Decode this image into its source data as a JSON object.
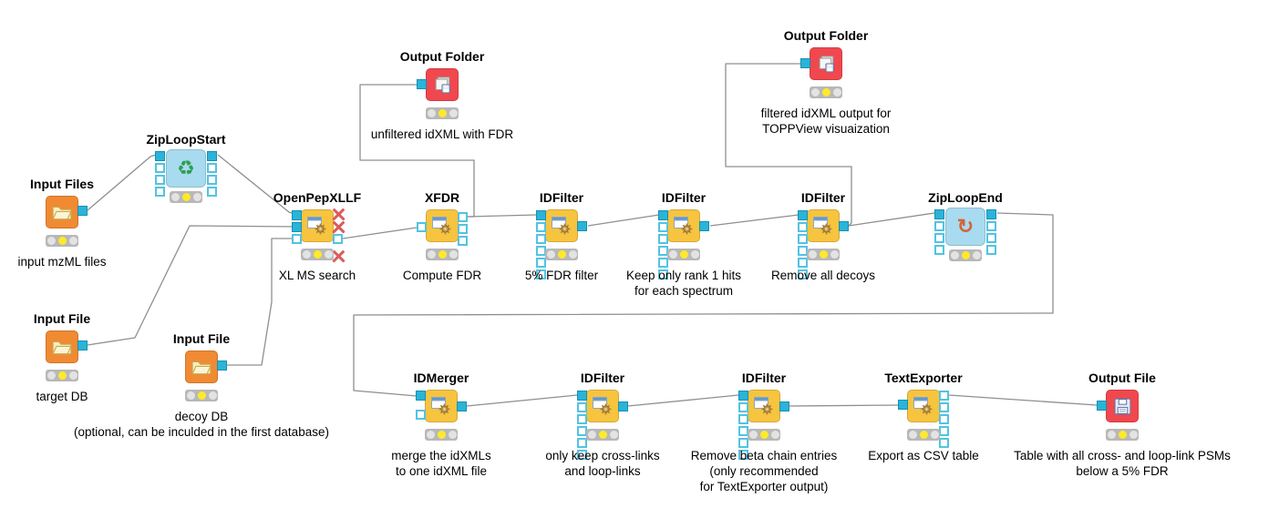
{
  "app": {
    "name": "KNIME workflow canvas"
  },
  "colors": {
    "tool_node": "#F6C43F",
    "input_node": "#F08A33",
    "output_node": "#F1474F",
    "loop_node": "#A8DBEF",
    "port_filled": "#2AB4D8",
    "port_border": "#53C3E2",
    "traffic_light_on": "#FFE92A",
    "wire": "#8F8F8F",
    "inactive_port_x": "#DB5B5B"
  },
  "workflow": {
    "nodes": [
      {
        "id": "input-files",
        "title": "Input Files",
        "annotation": "input mzML files",
        "type": "input",
        "status": "configured"
      },
      {
        "id": "ziploopstart",
        "title": "ZipLoopStart",
        "annotation": "",
        "type": "loop-start",
        "status": "configured"
      },
      {
        "id": "input-file-target",
        "title": "Input File",
        "annotation": "target DB",
        "type": "input",
        "status": "configured"
      },
      {
        "id": "input-file-decoy",
        "title": "Input File",
        "annotation": "decoy DB\n(optional, can be inculded in the first database)",
        "type": "input",
        "status": "configured"
      },
      {
        "id": "openpepxllf",
        "title": "OpenPepXLLF",
        "annotation": "XL MS search",
        "type": "tool",
        "status": "configured"
      },
      {
        "id": "output-folder-1",
        "title": "Output Folder",
        "annotation": "unfiltered idXML with FDR",
        "type": "output",
        "status": "configured"
      },
      {
        "id": "xfdr",
        "title": "XFDR",
        "annotation": "Compute FDR",
        "type": "tool",
        "status": "configured"
      },
      {
        "id": "idfilter-1",
        "title": "IDFilter",
        "annotation": "5% FDR filter",
        "type": "tool",
        "status": "configured"
      },
      {
        "id": "idfilter-2",
        "title": "IDFilter",
        "annotation": "Keep only rank 1 hits\nfor each spectrum",
        "type": "tool",
        "status": "configured"
      },
      {
        "id": "idfilter-3",
        "title": "IDFilter",
        "annotation": "Remove all decoys",
        "type": "tool",
        "status": "configured"
      },
      {
        "id": "output-folder-2",
        "title": "Output Folder",
        "annotation": "filtered idXML output for\nTOPPView visuaization",
        "type": "output",
        "status": "configured"
      },
      {
        "id": "ziploopend",
        "title": "ZipLoopEnd",
        "annotation": "",
        "type": "loop-end",
        "status": "configured"
      },
      {
        "id": "idmerger",
        "title": "IDMerger",
        "annotation": "merge the idXMLs\nto one idXML file",
        "type": "tool",
        "status": "configured"
      },
      {
        "id": "idfilter-4",
        "title": "IDFilter",
        "annotation": "only keep cross-links\nand loop-links",
        "type": "tool",
        "status": "configured"
      },
      {
        "id": "idfilter-5",
        "title": "IDFilter",
        "annotation": "Remove beta chain entries\n(only recommended\nfor TextExporter output)",
        "type": "tool",
        "status": "configured"
      },
      {
        "id": "textexporter",
        "title": "TextExporter",
        "annotation": "Export as CSV table",
        "type": "tool",
        "status": "configured"
      },
      {
        "id": "output-file",
        "title": "Output File",
        "annotation": "Table with all cross- and loop-link PSMs\nbelow a 5% FDR",
        "type": "output",
        "status": "configured"
      }
    ],
    "connections": [
      {
        "from": "input-files",
        "to": "ziploopstart"
      },
      {
        "from": "ziploopstart",
        "to": "openpepxllf"
      },
      {
        "from": "input-file-target",
        "to": "openpepxllf"
      },
      {
        "from": "input-file-decoy",
        "to": "openpepxllf"
      },
      {
        "from": "openpepxllf",
        "to": "xfdr"
      },
      {
        "from": "xfdr",
        "to": "output-folder-1"
      },
      {
        "from": "xfdr",
        "to": "idfilter-1"
      },
      {
        "from": "idfilter-1",
        "to": "idfilter-2"
      },
      {
        "from": "idfilter-2",
        "to": "idfilter-3"
      },
      {
        "from": "idfilter-3",
        "to": "output-folder-2"
      },
      {
        "from": "idfilter-3",
        "to": "ziploopend"
      },
      {
        "from": "ziploopend",
        "to": "idmerger"
      },
      {
        "from": "idmerger",
        "to": "idfilter-4"
      },
      {
        "from": "idfilter-4",
        "to": "idfilter-5"
      },
      {
        "from": "idfilter-5",
        "to": "textexporter"
      },
      {
        "from": "textexporter",
        "to": "output-file"
      }
    ]
  }
}
